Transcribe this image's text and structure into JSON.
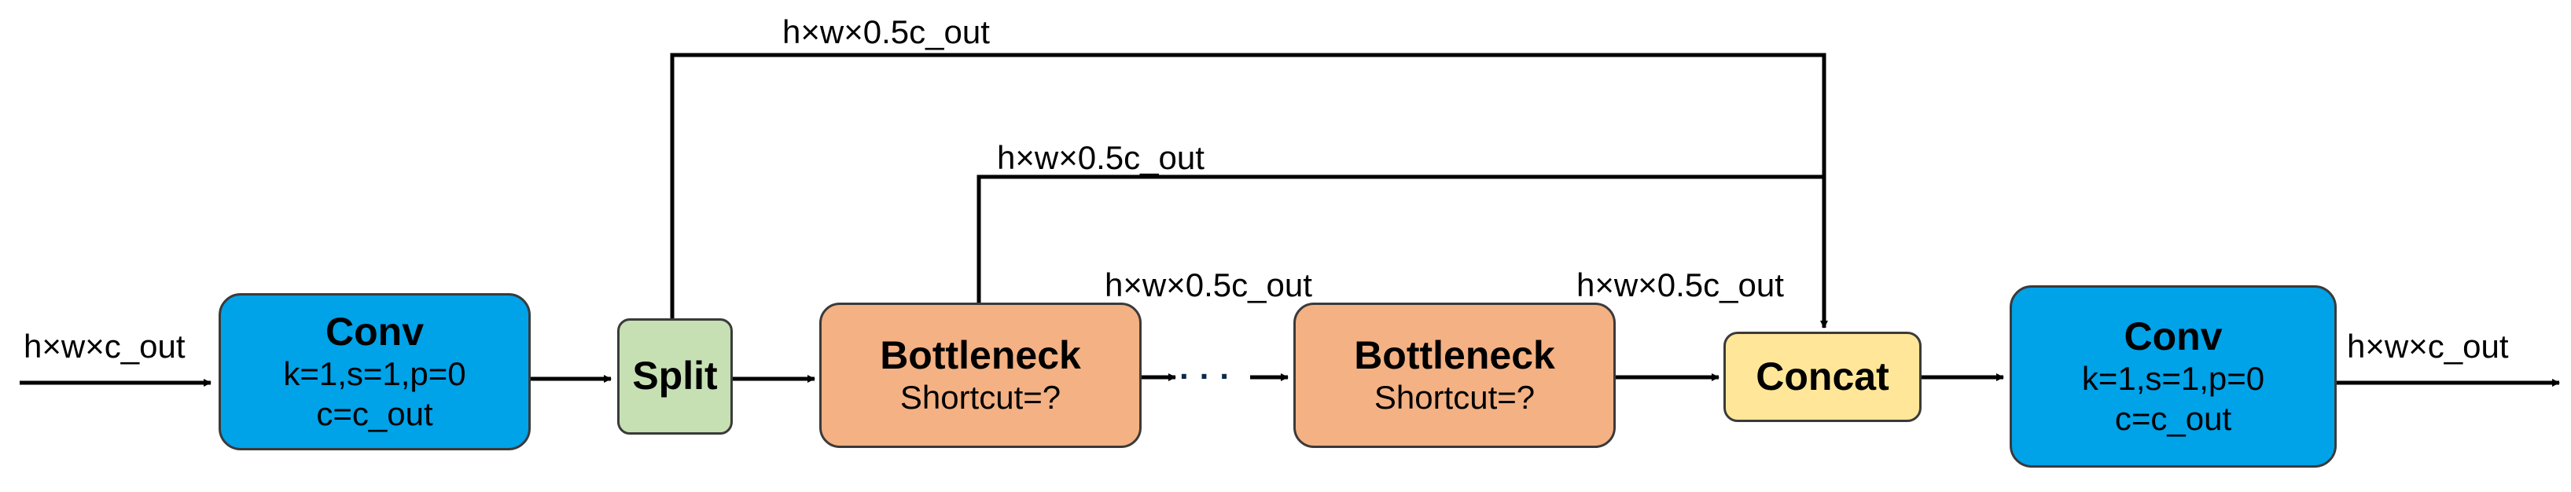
{
  "colors": {
    "conv": "#00a2e8",
    "split": "#c6e0b4",
    "bottleneck": "#f4b183",
    "concat": "#ffe699",
    "line": "#000000",
    "border": "#3a3a3a"
  },
  "input_label": "h×w×c_out",
  "output_label": "h×w×c_out",
  "conv_in": {
    "title": "Conv",
    "params": "k=1,s=1,p=0",
    "channels": "c=c_out"
  },
  "split": {
    "title": "Split"
  },
  "bottleneck_1": {
    "title": "Bottleneck",
    "shortcut": "Shortcut=?"
  },
  "ellipsis": "· · ·",
  "bottleneck_2": {
    "title": "Bottleneck",
    "shortcut": "Shortcut=?"
  },
  "concat": {
    "title": "Concat"
  },
  "conv_out": {
    "title": "Conv",
    "params": "k=1,s=1,p=0",
    "channels": "c=c_out"
  },
  "edge_labels": {
    "split_branch": "h×w×0.5c_out",
    "bottleneck_branch": "h×w×0.5c_out",
    "between_bottlenecks": "h×w×0.5c_out",
    "into_concat": "h×w×0.5c_out"
  }
}
